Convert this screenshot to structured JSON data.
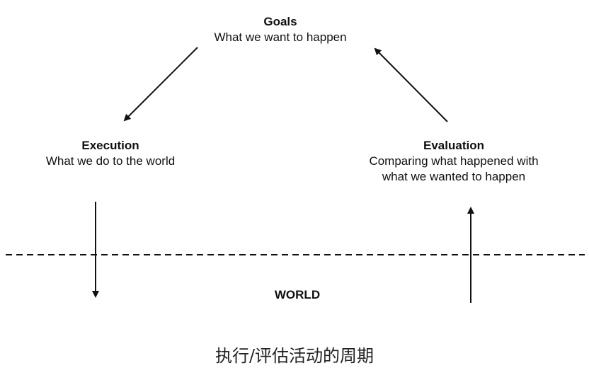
{
  "goals": {
    "title": "Goals",
    "desc": "What we want to happen"
  },
  "execution": {
    "title": "Execution",
    "desc": "What we do to the world"
  },
  "evaluation": {
    "title": "Evaluation",
    "desc_line1": "Comparing what happened with",
    "desc_line2": "what we wanted to happen"
  },
  "world": {
    "label": "WORLD"
  },
  "caption": "执行/评估活动的周期"
}
